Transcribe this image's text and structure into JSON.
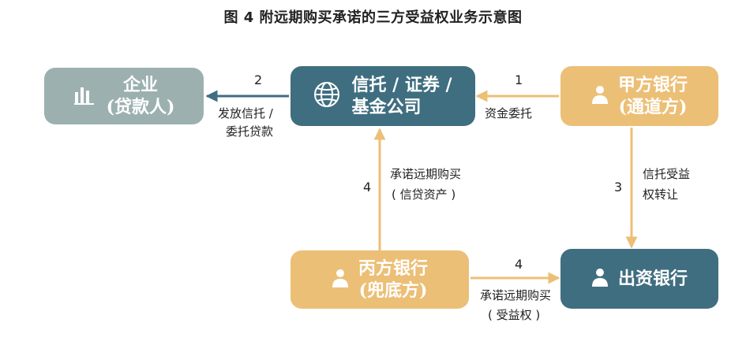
{
  "title": "图 4  附远期购买承诺的三方受益权业务示意图",
  "nodes": {
    "enterprise": {
      "line1": "企业",
      "line2": "(贷款人)"
    },
    "trust": {
      "line1": "信托 / 证券 /",
      "line2": "基金公司"
    },
    "bank_a": {
      "line1": "甲方银行",
      "line2": "(通道方)"
    },
    "bank_c": {
      "line1": "丙方银行",
      "line2": "(兜底方)"
    },
    "funding_bank": {
      "line1": "出资银行"
    }
  },
  "edges": {
    "e1": {
      "num": "1",
      "label1": "资金委托"
    },
    "e2": {
      "num": "2",
      "label1": "发放信托 /",
      "label2": "委托贷款"
    },
    "e3": {
      "num": "3",
      "label1": "信托受益",
      "label2": "权转让"
    },
    "e4a": {
      "num": "4",
      "label1": "承诺远期购买",
      "label2": "( 信贷资产 )"
    },
    "e4b": {
      "num": "4",
      "label1": "承诺远期购买",
      "label2": "( 受益权 )"
    }
  },
  "colors": {
    "gray": "#9cb0b0",
    "teal": "#3f6e80",
    "tan": "#ecbf76",
    "arrow_gold": "#ecbf76",
    "arrow_dark": "#3f6e80"
  },
  "icons": [
    "bar-chart-icon",
    "globe-icon",
    "person-icon"
  ]
}
